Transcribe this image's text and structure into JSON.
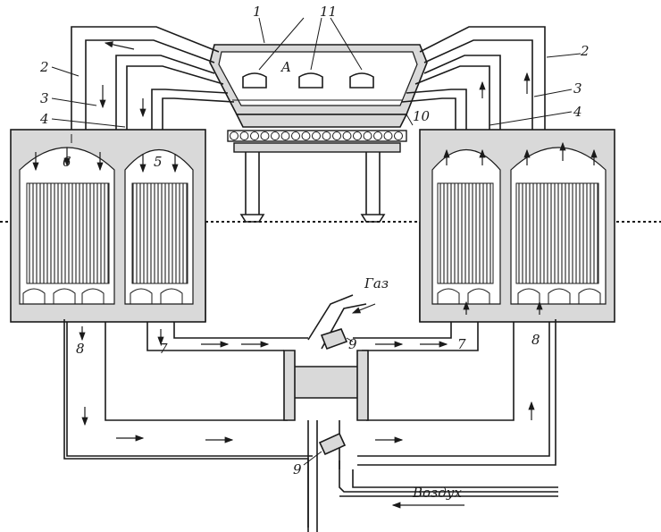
{
  "labels": {
    "n1": "1",
    "n2": "2",
    "n3": "3",
    "n4": "4",
    "n5": "5",
    "n6": "6",
    "n7": "7",
    "n8": "8",
    "n9": "9",
    "n9b": "9",
    "n10": "10",
    "n11": "11",
    "chamber": "A",
    "gas": "Газ",
    "air": "Воздух"
  }
}
